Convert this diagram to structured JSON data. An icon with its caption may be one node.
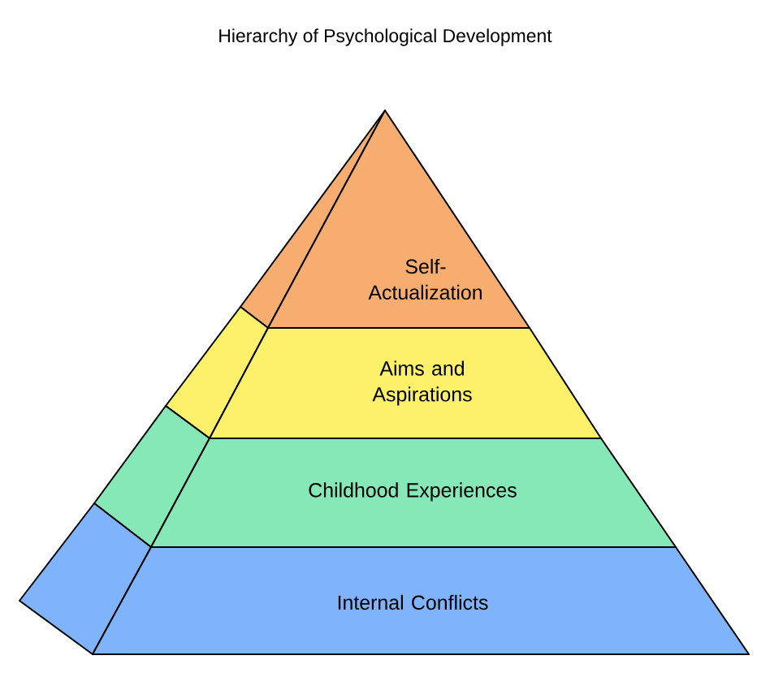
{
  "diagram": {
    "title": "Hierarchy of Psychological Development",
    "nodes": [
      {
        "text": [
          "Self-Actualization"
        ]
      },
      {
        "text": [
          "Aims and Aspirations"
        ]
      },
      {
        "text": [
          "Childhood Experiences"
        ]
      },
      {
        "text": [
          "Internal Conflicts"
        ]
      }
    ]
  }
}
